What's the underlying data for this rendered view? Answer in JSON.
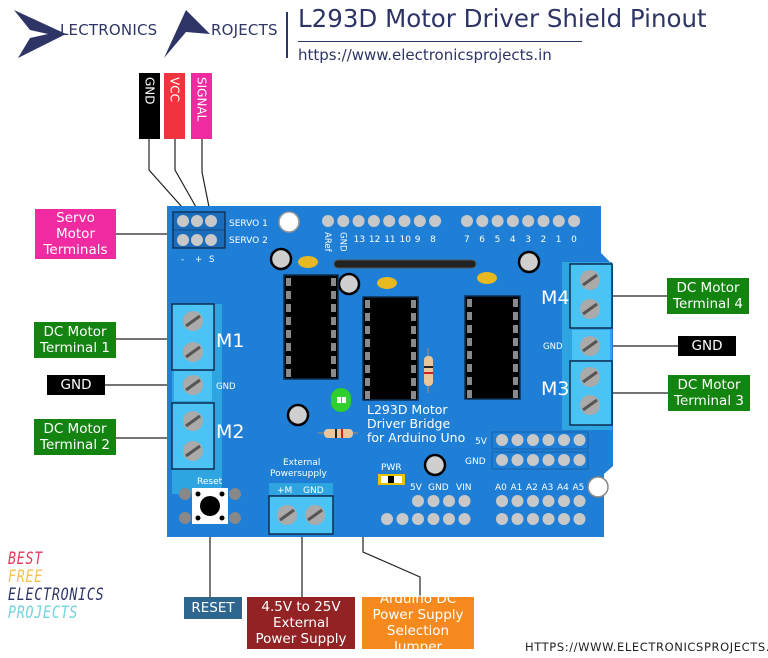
{
  "header": {
    "logo_part1": "LECTRONICS",
    "logo_part2": "ROJECTS",
    "title": "L293D Motor Driver Shield Pinout",
    "url": "https://www.electronicsprojects.in"
  },
  "servo_wire_labels": [
    {
      "text": "GND",
      "color": "#000000"
    },
    {
      "text": "VCC",
      "color": "#f0343f"
    },
    {
      "text": "SIGNAL",
      "color": "#f02aa0"
    }
  ],
  "callouts": {
    "servo_terminals": {
      "text": "Servo\nMotor\nTerminals",
      "color": "#f02aa0"
    },
    "dc_motor_1": {
      "text": "DC Motor\nTerminal 1",
      "color": "#13840f"
    },
    "gnd_left": {
      "text": "GND",
      "color": "#000000"
    },
    "dc_motor_2": {
      "text": "DC Motor\nTerminal 2",
      "color": "#13840f"
    },
    "dc_motor_4": {
      "text": "DC Motor\nTerminal 4",
      "color": "#13840f"
    },
    "gnd_right": {
      "text": "GND",
      "color": "#000000"
    },
    "dc_motor_3": {
      "text": "DC Motor\nTerminal 3",
      "color": "#13840f"
    },
    "reset": {
      "text": "RESET",
      "color": "#2f6690"
    },
    "ext_power": {
      "text": "4.5V to 25V\nExternal\nPower Supply",
      "color": "#922224"
    },
    "pwr_jumper": {
      "text": "Arduino DC\nPower Supply\nSelection Jumper",
      "color": "#f68a1f"
    }
  },
  "board": {
    "color": "#1f7fd6",
    "servo_rows": [
      "SERVO 1",
      "SERVO 2"
    ],
    "servo_pin_labels": [
      "-",
      "+",
      "S"
    ],
    "digital_header_left": [
      "ARef",
      "GND",
      "13",
      "12",
      "11",
      "10",
      "9",
      "8"
    ],
    "digital_header_right": [
      "7",
      "6",
      "5",
      "4",
      "3",
      "2",
      "1",
      "0"
    ],
    "motor_labels": {
      "m1": "M1",
      "m2": "M2",
      "m3": "M3",
      "m4": "M4",
      "gnd_left": "GND",
      "gnd_right": "GND"
    },
    "chip_caption": "L293D Motor\nDriver Bridge\nfor Arduino Uno",
    "power_rows": [
      "5V",
      "GND"
    ],
    "power_header": [
      "5V",
      "GND",
      "VIN"
    ],
    "analog_header": [
      "A0",
      "A1",
      "A2",
      "A3",
      "A4",
      "A5"
    ],
    "reset_label": "Reset",
    "ext_power_label": "External\nPowersupply",
    "ext_power_pins": [
      "+M",
      "GND"
    ],
    "pwr_label": "PWR"
  },
  "branding": {
    "lines": [
      {
        "text": "BEST",
        "color": "#e8395a"
      },
      {
        "text": "FREE",
        "color": "#f7c04a"
      },
      {
        "text": "ELECTRONICS",
        "color": "#2e3566"
      },
      {
        "text": "PROJECTS",
        "color": "#6fd3e0"
      }
    ],
    "footer_url": "HTTPS://WWW.ELECTRONICSPROJECTS.IN"
  }
}
